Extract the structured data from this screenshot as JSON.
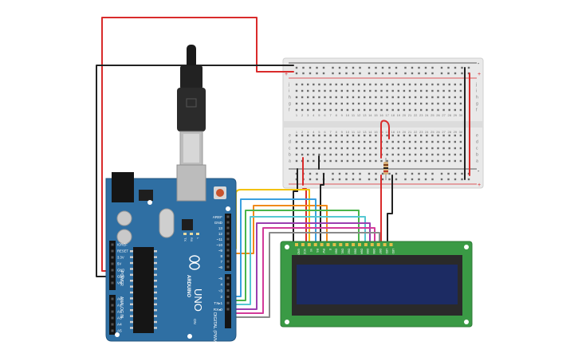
{
  "colors": {
    "arduino_board": "#2f6fa3",
    "arduino_dark": "#1d4f78",
    "breadboard": "#e9e9e9",
    "rail_red": "#d9262b",
    "rail_blue": "#2b2b2b",
    "lcd_pcb": "#3a9a45",
    "lcd_screen": "#1c2b63",
    "lcd_bezel": "#2a2a2a",
    "wire_red": "#d92b2b",
    "wire_black": "#222222",
    "wire_yellow": "#f2c200",
    "wire_orange": "#f08a1a",
    "wire_blue": "#3aa0e0",
    "wire_green": "#49b54a",
    "wire_cyan": "#55c8d2",
    "wire_purple": "#9b3fb0",
    "wire_magenta": "#d23a9a",
    "wire_gray": "#8a8a8a"
  },
  "arduino": {
    "brand": "ARDUINO",
    "model": "UNO",
    "digital_label": "DIGITAL (PWM~)",
    "analog_label": "ANALOG IN",
    "power_label": "POWER",
    "top_pins": [
      "AREF",
      "GND",
      "13",
      "12",
      "~11",
      "~10",
      "~9",
      "8",
      "7",
      "~6",
      "~5",
      "4",
      "~3",
      "2",
      "TX▸1",
      "RX◂0"
    ],
    "power_pins": [
      "IOREF",
      "RESET",
      "3.3V",
      "5V",
      "GND",
      "GND",
      "Vin"
    ],
    "analog_pins": [
      "A0",
      "A1",
      "A2",
      "A3",
      "A4",
      "A5"
    ],
    "leds": [
      "TX",
      "RX",
      "L"
    ],
    "on_label": "ON"
  },
  "breadboard": {
    "row_letters_top": [
      "j",
      "i",
      "h",
      "g",
      "f"
    ],
    "row_letters_bottom": [
      "e",
      "d",
      "c",
      "b",
      "a"
    ],
    "column_numbers": [
      "1",
      "2",
      "3",
      "4",
      "5",
      "6",
      "7",
      "8",
      "9",
      "10",
      "11",
      "12",
      "13",
      "14",
      "15",
      "16",
      "17",
      "18",
      "19",
      "20",
      "21",
      "22",
      "23",
      "24",
      "25",
      "26",
      "27",
      "28",
      "29",
      "30"
    ],
    "rail_plus": "+",
    "rail_minus": "-"
  },
  "lcd": {
    "pin_labels": [
      "GND",
      "VCC",
      "V0",
      "RS",
      "RW",
      "E",
      "DB0",
      "DB1",
      "DB2",
      "DB3",
      "DB4",
      "DB5",
      "DB6",
      "DB7",
      "LED",
      "LED"
    ]
  }
}
